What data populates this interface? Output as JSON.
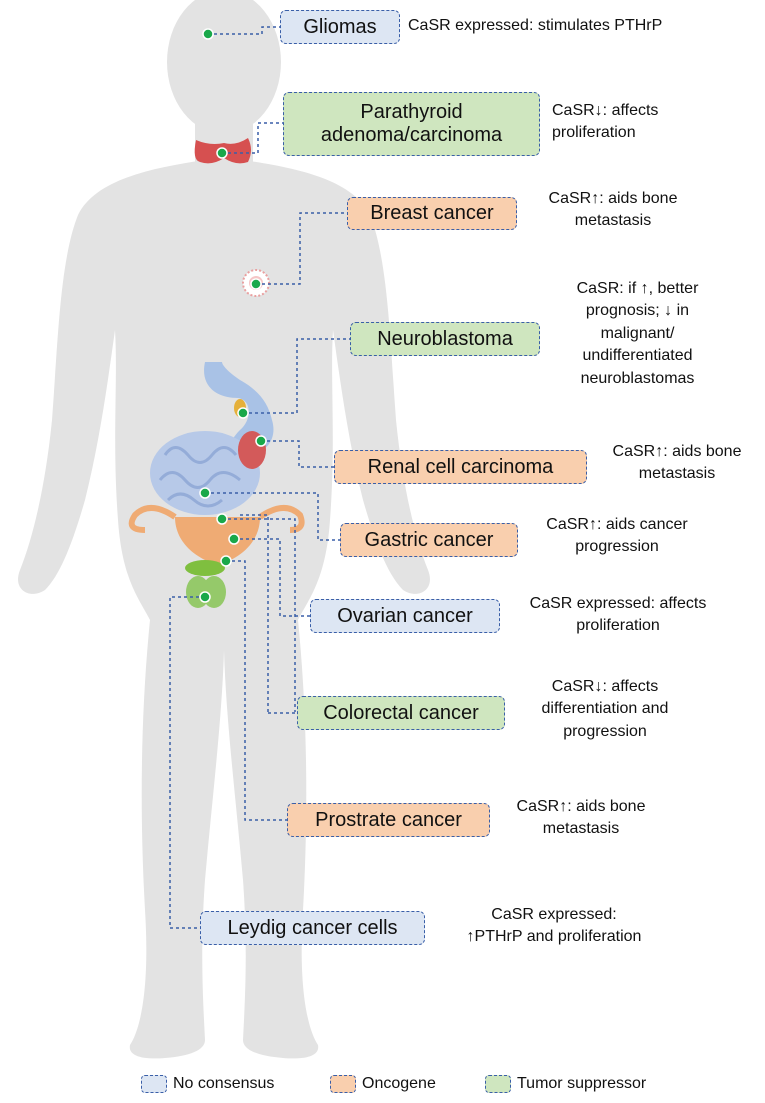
{
  "cancers": [
    {
      "name": "Gliomas",
      "category": "no-consensus",
      "note_lines": [
        "CaSR expressed: stimulates PTHrP"
      ]
    },
    {
      "name": "Parathyroid adenoma/carcinoma",
      "category": "tumor-suppressor",
      "name_lines": [
        "Parathyroid",
        "adenoma/carcinoma"
      ],
      "note_lines": [
        "CaSR↓: affects",
        "proliferation"
      ]
    },
    {
      "name": "Breast cancer",
      "category": "oncogene",
      "note_lines": [
        "CaSR↑: aids bone",
        "metastasis"
      ]
    },
    {
      "name": "Neuroblastoma",
      "category": "tumor-suppressor",
      "note_lines": [
        "CaSR: if ↑, better",
        "prognosis; ↓ in",
        "malignant/",
        "undifferentiated",
        "neuroblastomas"
      ]
    },
    {
      "name": "Renal cell carcinoma",
      "category": "oncogene",
      "note_lines": [
        "CaSR↑: aids bone",
        "metastasis"
      ]
    },
    {
      "name": "Gastric cancer",
      "category": "oncogene",
      "note_lines": [
        "CaSR↑: aids cancer",
        "progression"
      ]
    },
    {
      "name": "Ovarian cancer",
      "category": "no-consensus",
      "note_lines": [
        "CaSR expressed: affects",
        "proliferation"
      ]
    },
    {
      "name": "Colorectal cancer",
      "category": "tumor-suppressor",
      "note_lines": [
        "CaSR↓: affects",
        "differentiation and",
        "progression"
      ]
    },
    {
      "name": "Prostrate cancer",
      "category": "oncogene",
      "note_lines": [
        "CaSR↑: aids bone",
        "metastasis"
      ]
    },
    {
      "name": "Leydig cancer cells",
      "category": "no-consensus",
      "note_lines": [
        "CaSR expressed:",
        "↑PTHrP and proliferation"
      ]
    }
  ],
  "legend": {
    "no_consensus": "No consensus",
    "oncogene": "Oncogene",
    "tumor_suppressor": "Tumor suppressor"
  },
  "colors": {
    "no_consensus": "#dde6f3",
    "oncogene": "#f9cfae",
    "tumor_suppressor": "#cfe6bf",
    "body": "#e3e3e3",
    "connector": "#3a5fa8",
    "marker": "#19a84a"
  }
}
